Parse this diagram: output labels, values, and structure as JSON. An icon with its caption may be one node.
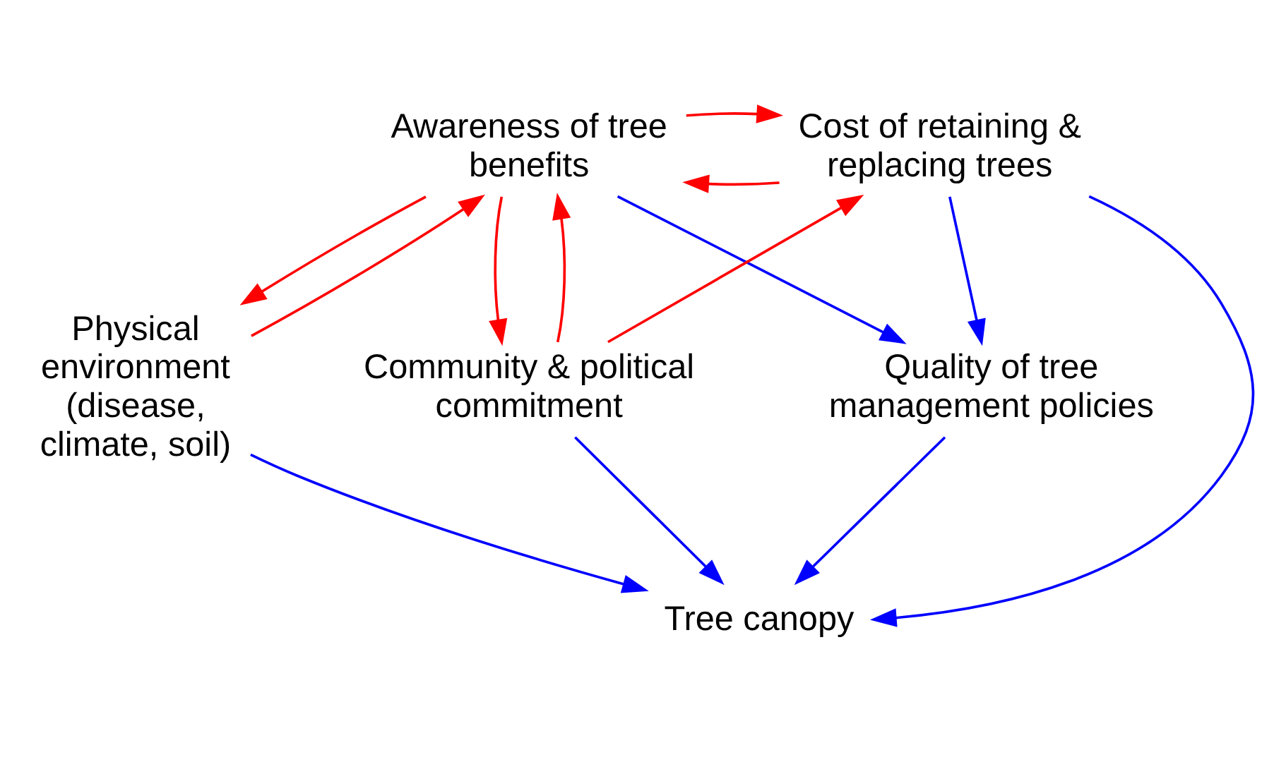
{
  "diagram": {
    "nodes": [
      {
        "text": [
          "Awareness of tree benefits"
        ]
      },
      {
        "text": [
          "Cost of retaining & replacing trees"
        ]
      },
      {
        "text": [
          "Community & political commitment"
        ]
      },
      {
        "text": [
          "Tree canopy"
        ]
      },
      {
        "text": [
          "Physical environment (disease, climate, soil)"
        ]
      },
      {
        "text": [
          "Quality of tree management policies"
        ]
      }
    ],
    "edges": [
      {
        "from": 1,
        "to": 0,
        "arrow": "to"
      },
      {
        "from": 0,
        "to": 1,
        "arrow": "to"
      },
      {
        "from": 0,
        "to": 2,
        "arrow": "to"
      },
      {
        "from": 2,
        "to": 0,
        "arrow": "to"
      },
      {
        "from": 2,
        "to": 1,
        "arrow": "to"
      },
      {
        "from": 4,
        "to": 0,
        "arrow": "to"
      },
      {
        "from": 0,
        "to": 4,
        "arrow": "to"
      },
      {
        "from": 0,
        "to": 5,
        "arrow": "to",
        "color": "#0000ff"
      },
      {
        "from": 1,
        "to": 5,
        "arrow": "to",
        "color": "#0000ff"
      },
      {
        "from": 1,
        "to": 3,
        "arrow": "to",
        "color": "#0000ff"
      },
      {
        "from": 2,
        "to": 3,
        "arrow": "to",
        "color": "#0000ff"
      },
      {
        "from": 5,
        "to": 3,
        "arrow": "to",
        "color": "#0000ff"
      },
      {
        "from": 4,
        "to": 3,
        "arrow": "to",
        "color": "#0000ff"
      }
    ]
  }
}
